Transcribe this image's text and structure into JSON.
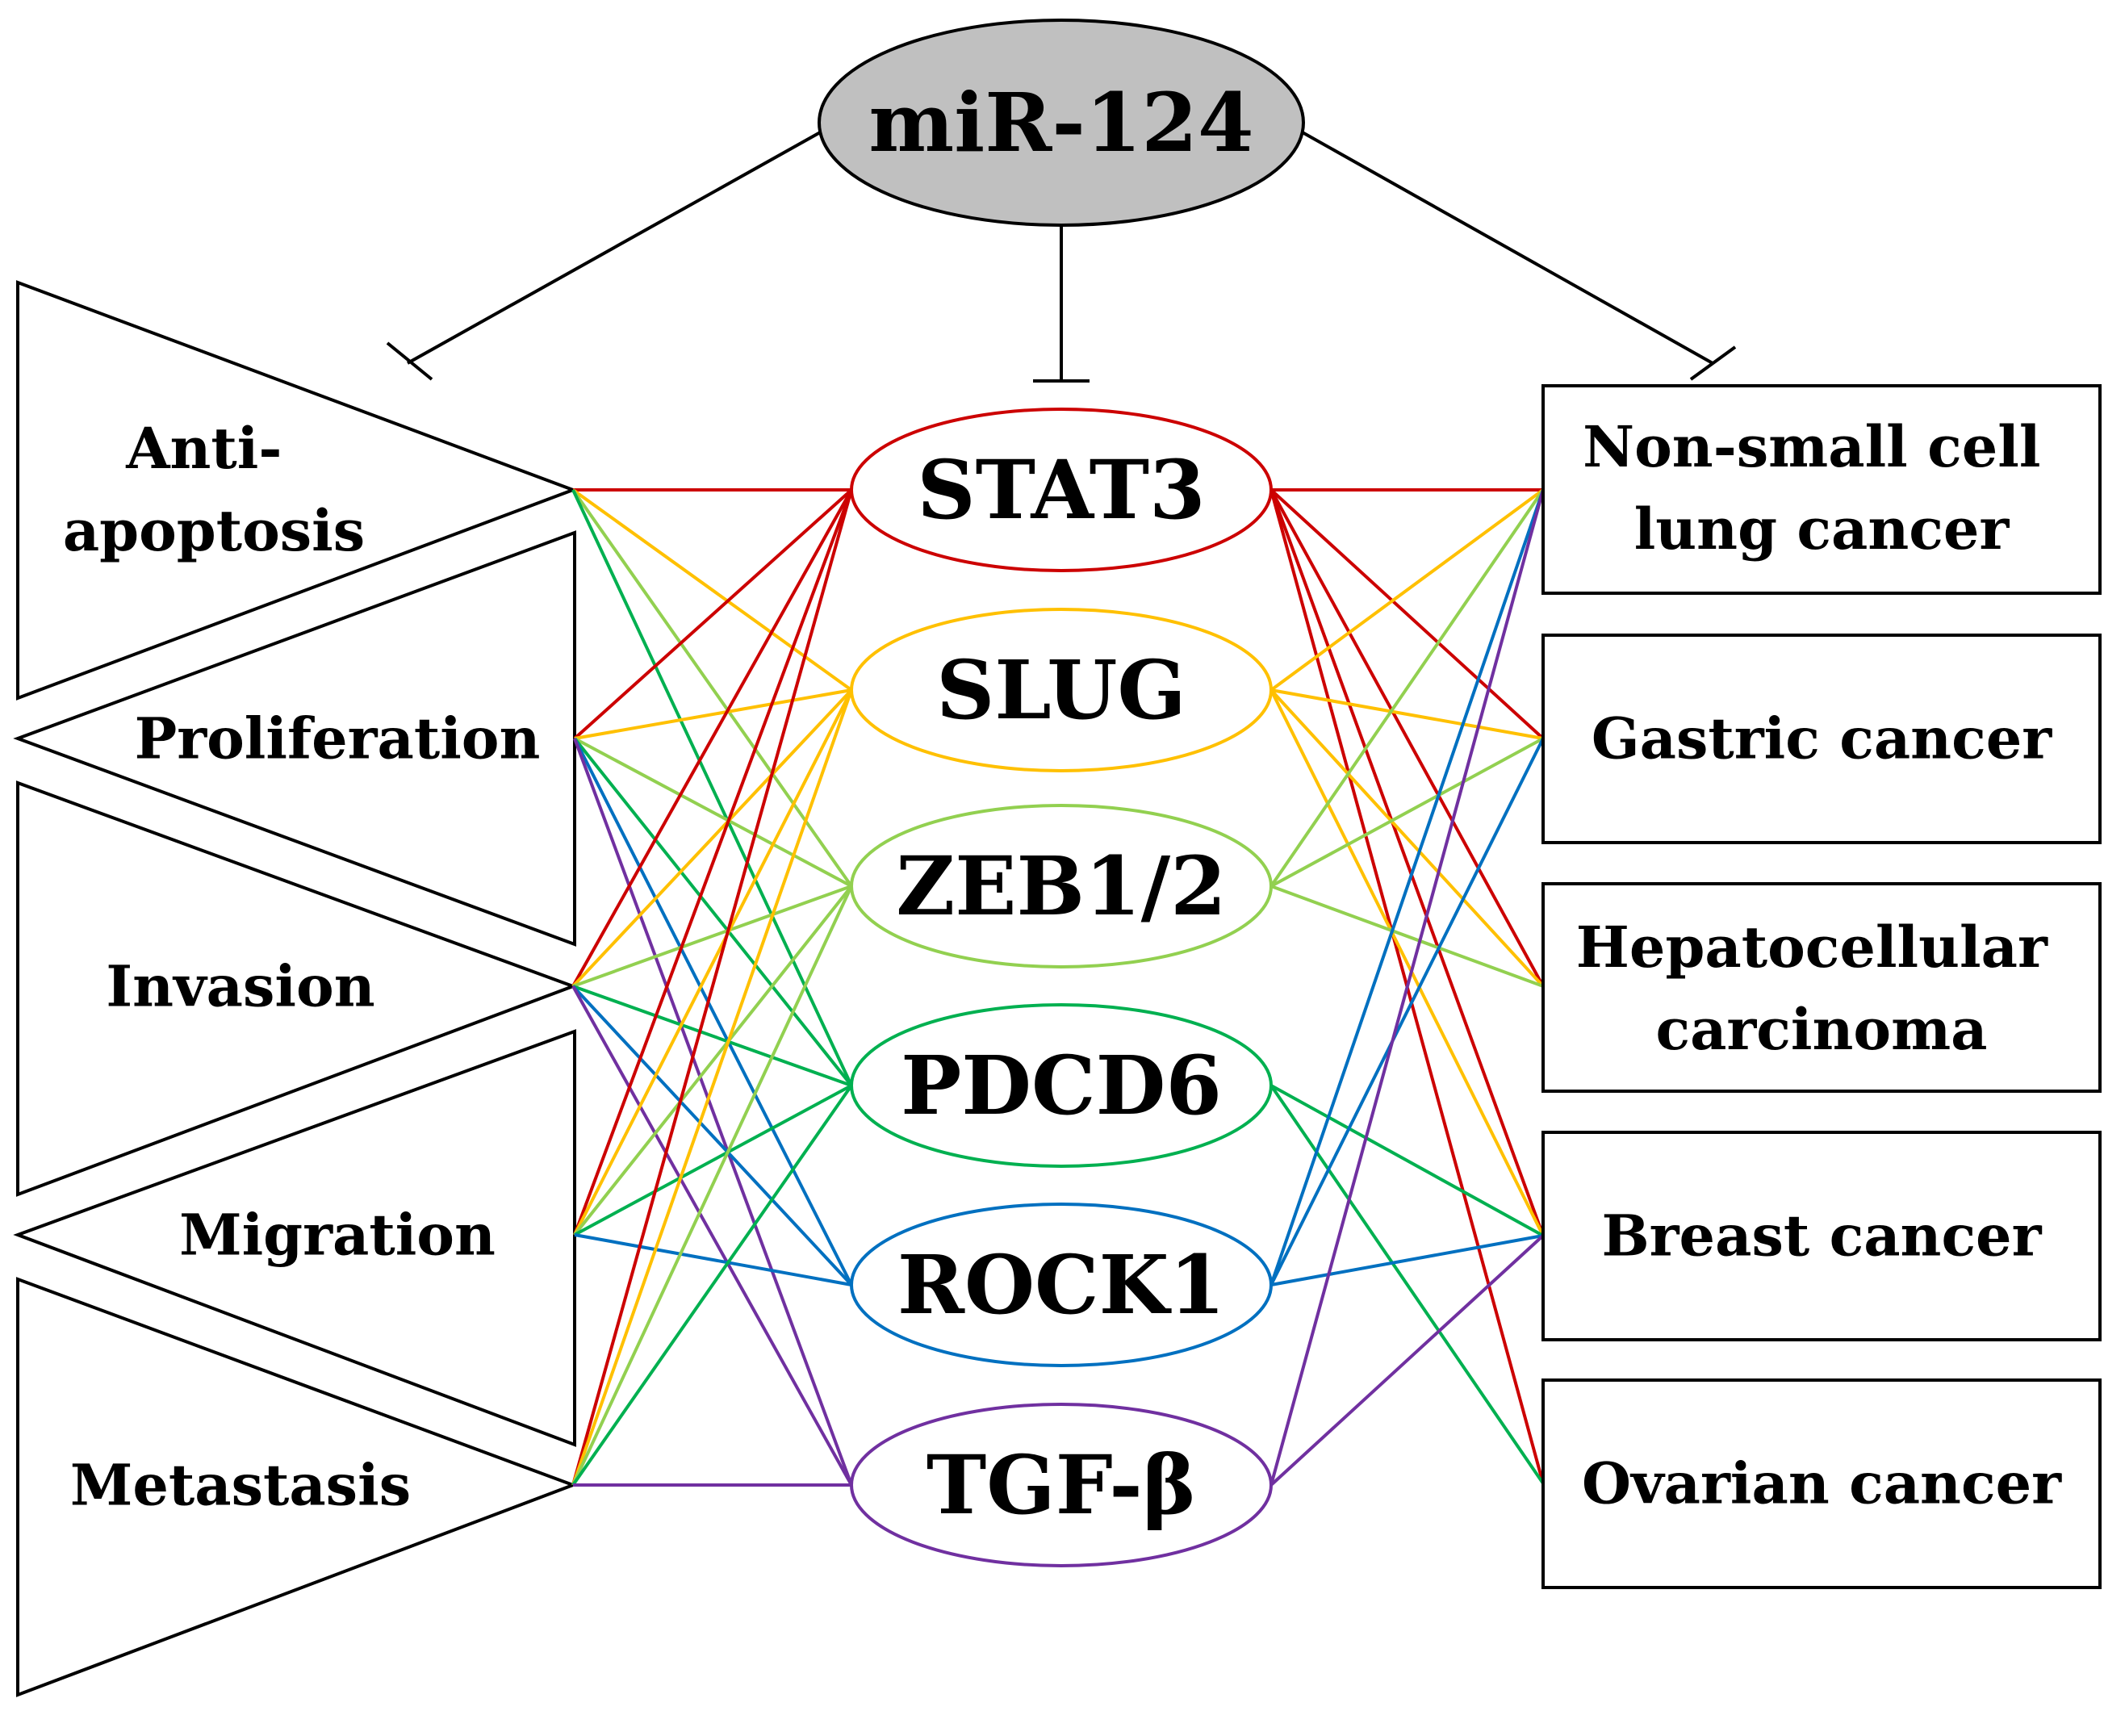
{
  "palette": {
    "STAT3": "#cc0000",
    "SLUG": "#ffc000",
    "ZEB1/2": "#92d050",
    "PDCD6": "#00b050",
    "ROCK1": "#0070c0",
    "TGF-β": "#7030a0",
    "root_fill": "#c0c0c0",
    "stroke": "#000000"
  },
  "diagram": {
    "root": "miR-124",
    "processes": [
      {
        "id": "anti-apoptosis",
        "lines": [
          "Anti-",
          "apoptosis"
        ],
        "icon": "triangle-pointing-right"
      },
      {
        "id": "proliferation",
        "lines": [
          "Proliferation"
        ],
        "icon": "triangle-pointing-left"
      },
      {
        "id": "invasion",
        "lines": [
          "Invasion"
        ],
        "icon": "triangle-pointing-right"
      },
      {
        "id": "migration",
        "lines": [
          "Migration"
        ],
        "icon": "triangle-pointing-left"
      },
      {
        "id": "metastasis",
        "lines": [
          "Metastasis"
        ],
        "icon": "triangle-pointing-right"
      }
    ],
    "genes": [
      "STAT3",
      "SLUG",
      "ZEB1/2",
      "PDCD6",
      "ROCK1",
      "TGF-β"
    ],
    "cancers": [
      {
        "id": "nsclc",
        "lines": [
          "Non-small cell",
          "lung cancer"
        ]
      },
      {
        "id": "gastric",
        "lines": [
          "Gastric cancer"
        ]
      },
      {
        "id": "hcc",
        "lines": [
          "Hepatocellular",
          "carcinoma"
        ]
      },
      {
        "id": "breast",
        "lines": [
          "Breast cancer"
        ]
      },
      {
        "id": "ovarian",
        "lines": [
          "Ovarian cancer"
        ]
      }
    ],
    "process_gene_links": [
      [
        "anti-apoptosis",
        "STAT3"
      ],
      [
        "anti-apoptosis",
        "SLUG"
      ],
      [
        "anti-apoptosis",
        "ZEB1/2"
      ],
      [
        "anti-apoptosis",
        "PDCD6"
      ],
      [
        "proliferation",
        "STAT3"
      ],
      [
        "proliferation",
        "SLUG"
      ],
      [
        "proliferation",
        "ZEB1/2"
      ],
      [
        "proliferation",
        "PDCD6"
      ],
      [
        "proliferation",
        "ROCK1"
      ],
      [
        "proliferation",
        "TGF-β"
      ],
      [
        "invasion",
        "STAT3"
      ],
      [
        "invasion",
        "SLUG"
      ],
      [
        "invasion",
        "ZEB1/2"
      ],
      [
        "invasion",
        "PDCD6"
      ],
      [
        "invasion",
        "ROCK1"
      ],
      [
        "invasion",
        "TGF-β"
      ],
      [
        "migration",
        "STAT3"
      ],
      [
        "migration",
        "SLUG"
      ],
      [
        "migration",
        "ZEB1/2"
      ],
      [
        "migration",
        "PDCD6"
      ],
      [
        "migration",
        "ROCK1"
      ],
      [
        "metastasis",
        "STAT3"
      ],
      [
        "metastasis",
        "SLUG"
      ],
      [
        "metastasis",
        "ZEB1/2"
      ],
      [
        "metastasis",
        "PDCD6"
      ],
      [
        "metastasis",
        "TGF-β"
      ]
    ],
    "gene_cancer_links": [
      [
        "STAT3",
        "nsclc"
      ],
      [
        "STAT3",
        "gastric"
      ],
      [
        "STAT3",
        "hcc"
      ],
      [
        "STAT3",
        "breast"
      ],
      [
        "STAT3",
        "ovarian"
      ],
      [
        "SLUG",
        "nsclc"
      ],
      [
        "SLUG",
        "gastric"
      ],
      [
        "SLUG",
        "hcc"
      ],
      [
        "SLUG",
        "breast"
      ],
      [
        "ZEB1/2",
        "nsclc"
      ],
      [
        "ZEB1/2",
        "gastric"
      ],
      [
        "ZEB1/2",
        "hcc"
      ],
      [
        "PDCD6",
        "breast"
      ],
      [
        "PDCD6",
        "ovarian"
      ],
      [
        "ROCK1",
        "nsclc"
      ],
      [
        "ROCK1",
        "gastric"
      ],
      [
        "ROCK1",
        "breast"
      ],
      [
        "TGF-β",
        "nsclc"
      ],
      [
        "TGF-β",
        "breast"
      ]
    ]
  }
}
